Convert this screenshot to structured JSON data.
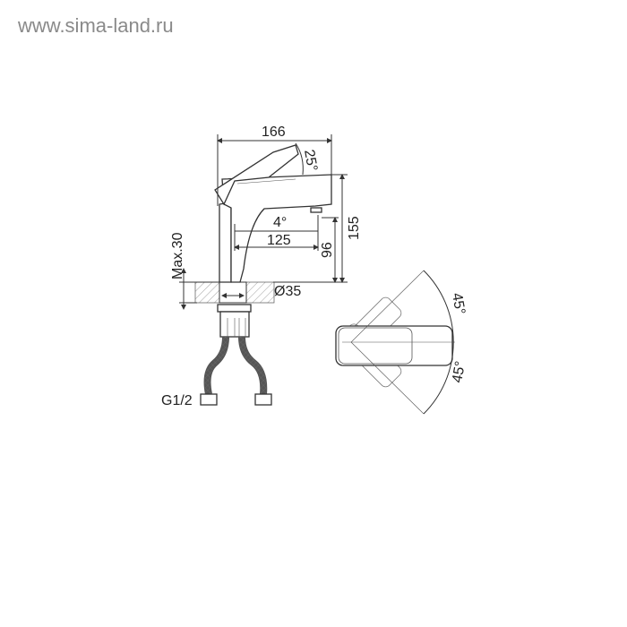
{
  "watermark": "www.sima-land.ru",
  "side_view": {
    "width_label": "166",
    "lever_angle_label": "25°",
    "height_label": "155",
    "spout_angle_label": "4°",
    "reach_label": "125",
    "spout_height_label": "96",
    "max_deck_label": "Max.30",
    "hole_label": "Ø35",
    "thread_label": "G1/2"
  },
  "top_view": {
    "angle_up_label": "45°",
    "angle_down_label": "45°"
  }
}
